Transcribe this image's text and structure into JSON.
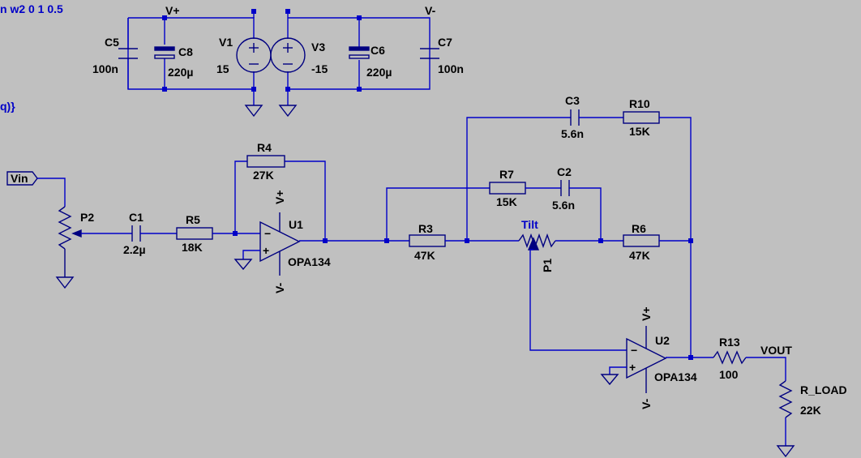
{
  "directives": {
    "step_text": "n w2 0 1 0.5",
    "param_text": "q)}"
  },
  "nets": {
    "vplus": "V+",
    "vminus": "V-",
    "vin": "Vin",
    "vout": "VOUT",
    "tilt": "Tilt"
  },
  "components": {
    "C5": {
      "name": "C5",
      "value": "100n"
    },
    "C8": {
      "name": "C8",
      "value": "220µ"
    },
    "V1": {
      "name": "V1",
      "value": "15"
    },
    "V3": {
      "name": "V3",
      "value": "-15"
    },
    "C6": {
      "name": "C6",
      "value": "220µ"
    },
    "C7": {
      "name": "C7",
      "value": "100n"
    },
    "P2": {
      "name": "P2"
    },
    "C1": {
      "name": "C1",
      "value": "2.2µ"
    },
    "R5": {
      "name": "R5",
      "value": "18K"
    },
    "R4": {
      "name": "R4",
      "value": "27K"
    },
    "U1": {
      "name": "U1",
      "value": "OPA134"
    },
    "R3": {
      "name": "R3",
      "value": "47K"
    },
    "R7": {
      "name": "R7",
      "value": "15K"
    },
    "C2": {
      "name": "C2",
      "value": "5.6n"
    },
    "C3": {
      "name": "C3",
      "value": "5.6n"
    },
    "R10": {
      "name": "R10",
      "value": "15K"
    },
    "R6": {
      "name": "R6",
      "value": "47K"
    },
    "P1": {
      "name": "P1"
    },
    "U2": {
      "name": "U2",
      "value": "OPA134"
    },
    "R13": {
      "name": "R13",
      "value": "100"
    },
    "R_LOAD": {
      "name": "R_LOAD",
      "value": "22K"
    }
  },
  "opamp_pins": {
    "plus": "+",
    "minus": "−"
  },
  "colors": {
    "background": "#c0c0c0",
    "wire": "#0000c8",
    "component": "#000080",
    "label": "#000000",
    "directive": "#0000c8"
  }
}
